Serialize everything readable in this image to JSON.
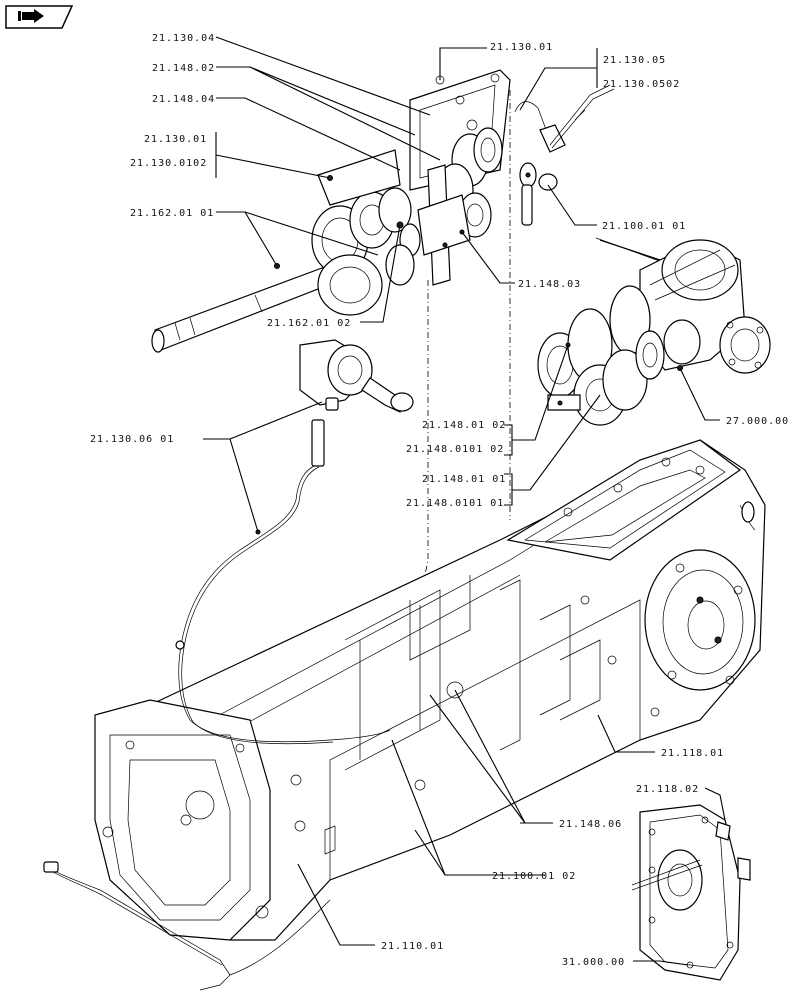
{
  "toolbar": {
    "nav_icon": "forward-arrow-icon"
  },
  "callouts": {
    "c_21_130_04": "21.130.04",
    "c_21_148_02": "21.148.02",
    "c_21_148_04": "21.148.04",
    "c_21_130_01_a": "21.130.01",
    "c_21_130_0102": "21.130.0102",
    "c_21_162_01_01": "21.162.01 01",
    "c_21_130_01_b": "21.130.01",
    "c_21_130_05": "21.130.05",
    "c_21_130_0502": "21.130.0502",
    "c_21_100_01_01": "21.100.01 01",
    "c_21_148_03": "21.148.03",
    "c_21_162_01_02": "21.162.01 02",
    "c_21_130_06_01": "21.130.06 01",
    "c_21_148_01_02": "21.148.01 02",
    "c_21_148_0101_02": "21.148.0101 02",
    "c_21_148_01_01": "21.148.01 01",
    "c_21_148_0101_01": "21.148.0101 01",
    "c_27_000_00": "27.000.00",
    "c_21_118_01": "21.118.01",
    "c_21_148_06": "21.148.06",
    "c_21_100_01_02": "21.100.01 02",
    "c_21_110_01": "21.110.01",
    "c_21_118_02": "21.118.02",
    "c_31_000_00": "31.000.00"
  }
}
